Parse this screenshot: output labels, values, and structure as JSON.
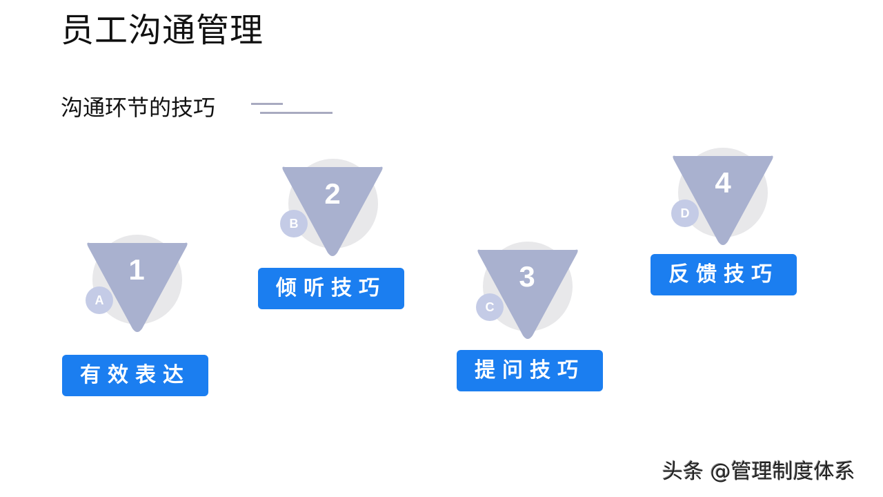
{
  "slide": {
    "title": "员工沟通管理",
    "subtitle": "沟通环节的技巧"
  },
  "colors": {
    "triangle": "#a9b1cf",
    "circle_bg": "#e8e8ea",
    "letter_badge": "#c4cbe6",
    "button": "#1b7ef0",
    "deco_line": "#a8aac0"
  },
  "items": [
    {
      "number": "1",
      "letter": "A",
      "label": "有效表达"
    },
    {
      "number": "2",
      "letter": "B",
      "label": "倾听技巧"
    },
    {
      "number": "3",
      "letter": "C",
      "label": "提问技巧"
    },
    {
      "number": "4",
      "letter": "D",
      "label": "反馈技巧"
    }
  ],
  "watermark": "头条 @管理制度体系"
}
